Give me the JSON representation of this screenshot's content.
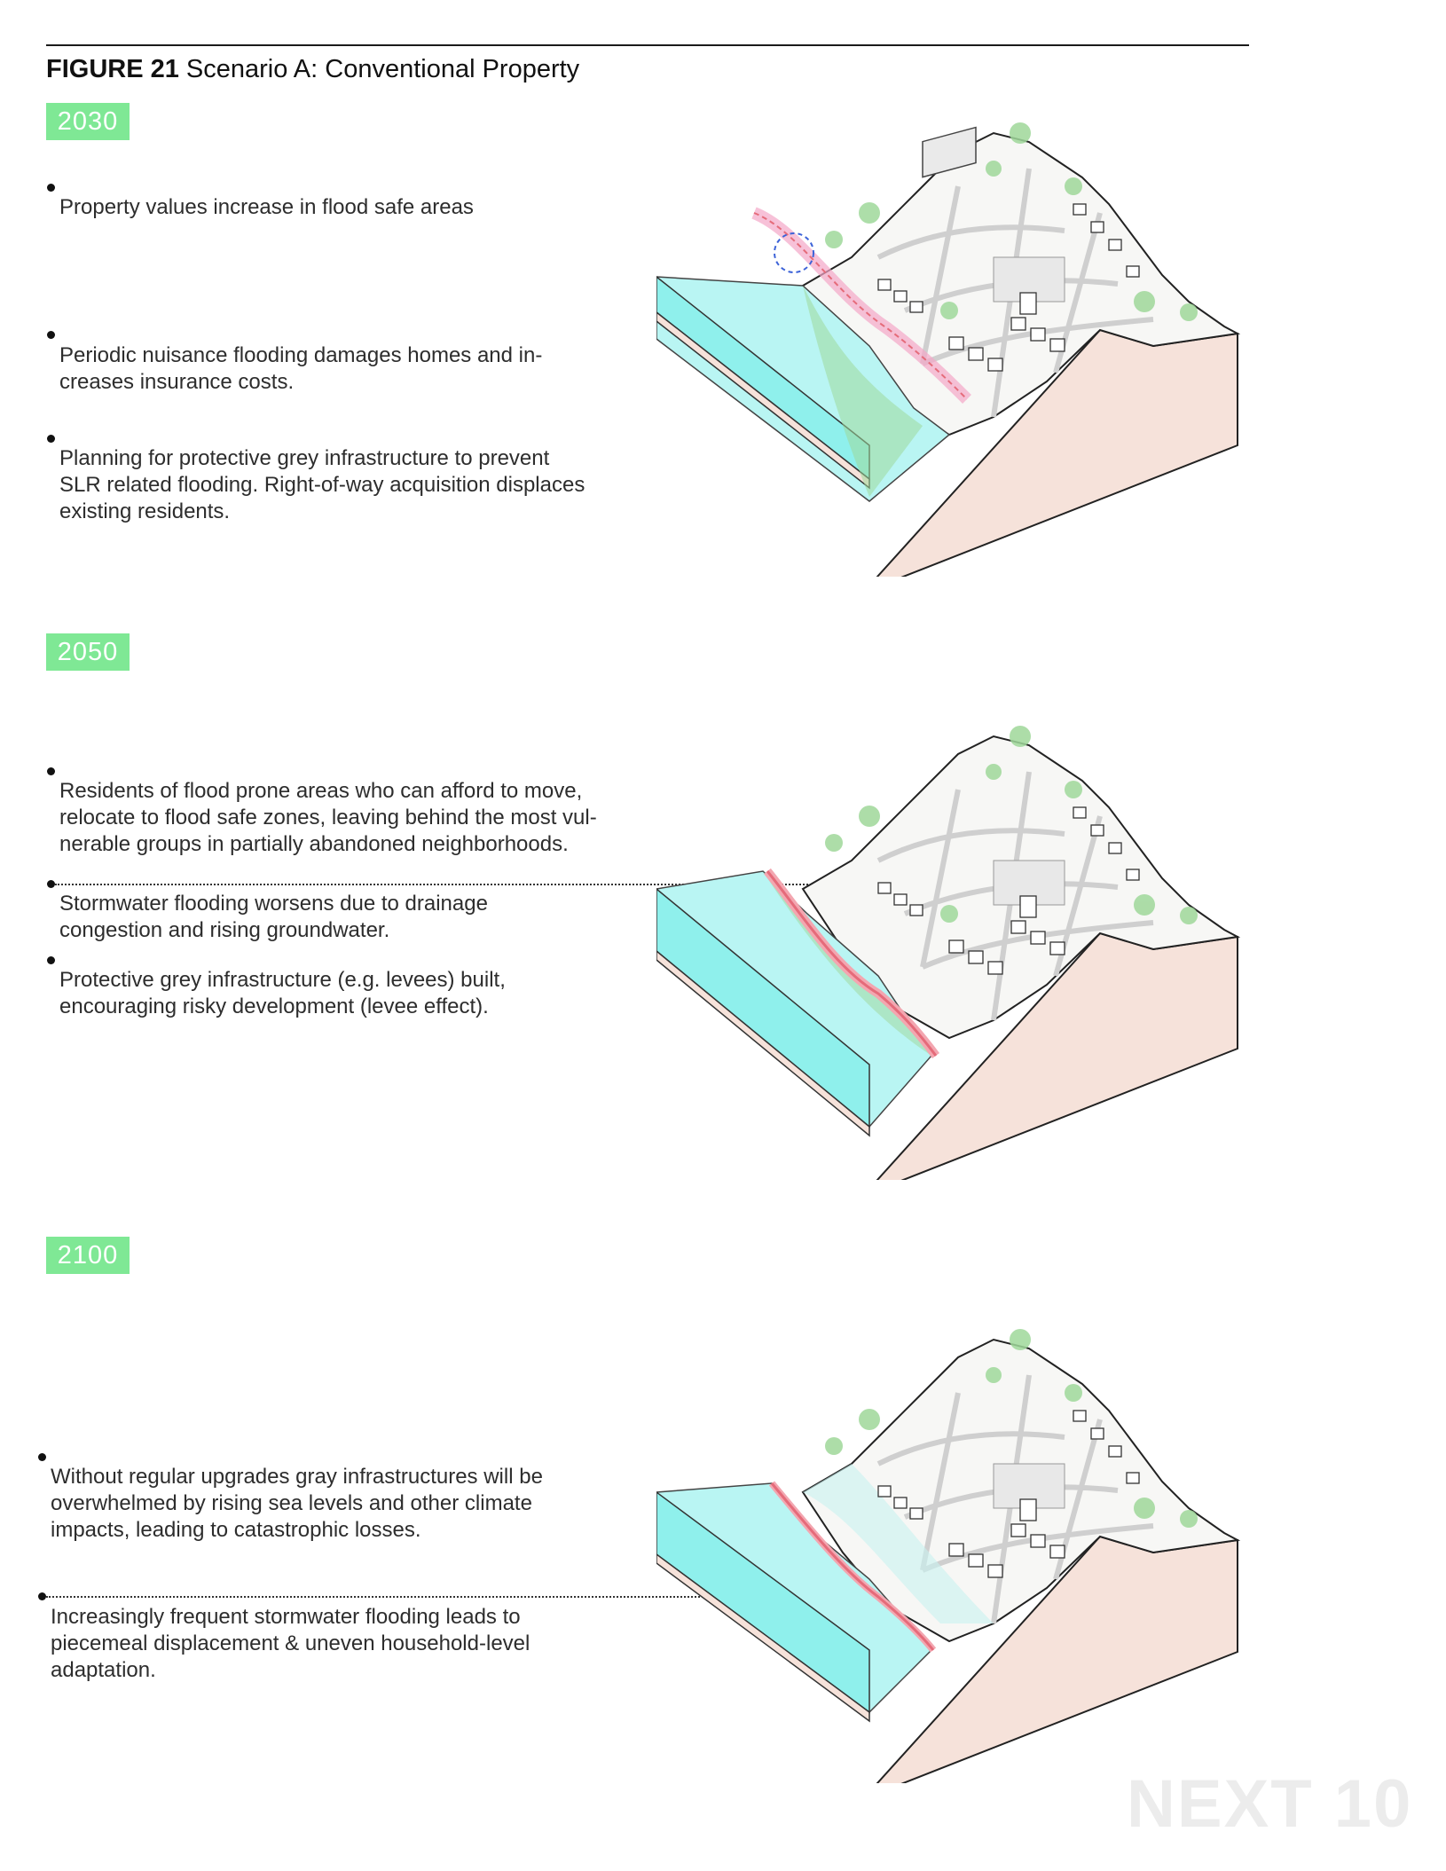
{
  "figure": {
    "label": "FIGURE 21",
    "caption": "Scenario A: Conventional Property"
  },
  "panels": [
    {
      "year": "2030",
      "notes": [
        "Property values increase in flood safe areas",
        "Periodic nuisance flooding damages homes and in-\ncreases insurance costs.",
        "Planning for protective grey infrastructure to prevent\nSLR related flooding. Right-of-way acquisition displaces\nexisting residents."
      ]
    },
    {
      "year": "2050",
      "notes": [
        "Residents of flood prone areas who can afford to move,\nrelocate to flood safe zones, leaving behind the most vul-\nnerable groups in partially abandoned neighborhoods.",
        "Stormwater flooding worsens due to drainage\ncongestion and rising groundwater.",
        "Protective grey infrastructure (e.g. levees) built,\nencouraging risky development (levee effect)."
      ]
    },
    {
      "year": "2100",
      "notes": [
        "Without regular upgrades gray infrastructures will be\noverwhelmed by rising sea levels and other climate\nimpacts, leading to catastrophic losses.",
        "Increasingly frequent stormwater flooding leads to\npiecemeal displacement & uneven household-level\nadaptation."
      ]
    }
  ],
  "colors": {
    "accent": "#7fe895",
    "water": "#b9f5f3",
    "water_side": "#8ff0ec",
    "earth": "#f6e2da",
    "green": "#9fd89a",
    "levee": "#e56b7a"
  },
  "watermark": "NEXT 10"
}
